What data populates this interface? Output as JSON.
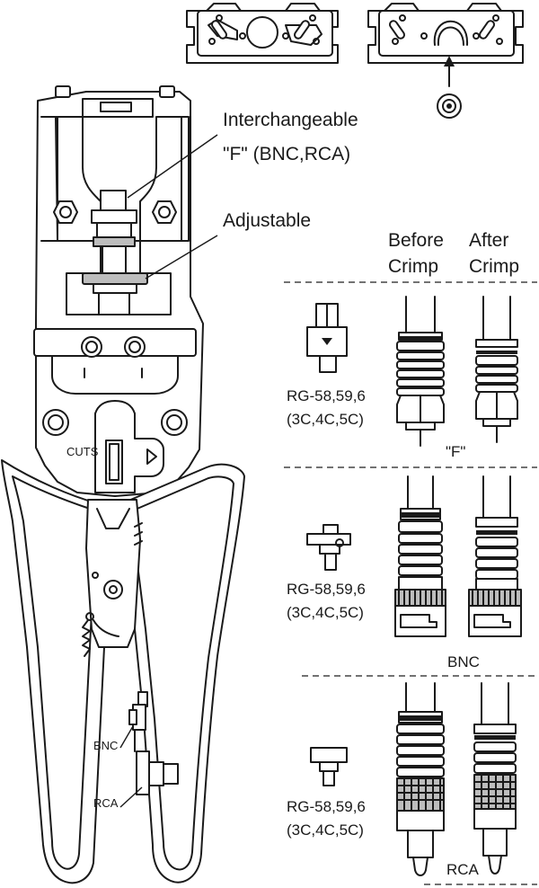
{
  "callouts": {
    "interchangeable_line1": "Interchangeable",
    "interchangeable_line2": "\"F\" (BNC,RCA)",
    "adjustable": "Adjustable"
  },
  "columns": {
    "before_line1": "Before",
    "before_line2": "Crimp",
    "after_line1": "After",
    "after_line2": "Crimp"
  },
  "tool_labels": {
    "cuts": "CUTS",
    "bnc": "BNC",
    "rca": "RCA"
  },
  "sections": [
    {
      "id": "f",
      "cable_line1": "RG-58,59,6",
      "cable_line2": "(3C,4C,5C)",
      "caption": "\"F\""
    },
    {
      "id": "bnc",
      "cable_line1": "RG-58,59,6",
      "cable_line2": "(3C,4C,5C)",
      "caption": "BNC"
    },
    {
      "id": "rca",
      "cable_line1": "RG-58,59,6",
      "cable_line2": "(3C,4C,5C)",
      "caption": "RCA"
    }
  ],
  "colors": {
    "ink": "#1a1a1a",
    "handle_fill": "#ffffff",
    "knurl": "#bdbdbd"
  }
}
